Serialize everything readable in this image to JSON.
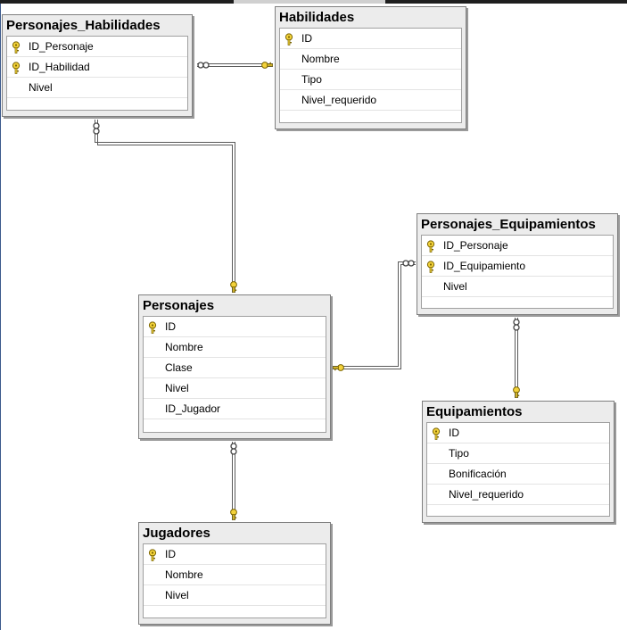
{
  "tables": {
    "personajes_habilidades": {
      "title": "Personajes_Habilidades",
      "columns": [
        {
          "name": "ID_Personaje",
          "key": true
        },
        {
          "name": "ID_Habilidad",
          "key": true
        },
        {
          "name": "Nivel",
          "key": false
        }
      ]
    },
    "habilidades": {
      "title": "Habilidades",
      "columns": [
        {
          "name": "ID",
          "key": true
        },
        {
          "name": "Nombre",
          "key": false
        },
        {
          "name": "Tipo",
          "key": false
        },
        {
          "name": "Nivel_requerido",
          "key": false
        }
      ]
    },
    "personajes_equipamientos": {
      "title": "Personajes_Equipamientos",
      "columns": [
        {
          "name": "ID_Personaje",
          "key": true
        },
        {
          "name": "ID_Equipamiento",
          "key": true
        },
        {
          "name": "Nivel",
          "key": false
        }
      ]
    },
    "personajes": {
      "title": "Personajes",
      "columns": [
        {
          "name": "ID",
          "key": true
        },
        {
          "name": "Nombre",
          "key": false
        },
        {
          "name": "Clase",
          "key": false
        },
        {
          "name": "Nivel",
          "key": false
        },
        {
          "name": "ID_Jugador",
          "key": false
        }
      ]
    },
    "equipamientos": {
      "title": "Equipamientos",
      "columns": [
        {
          "name": "ID",
          "key": true
        },
        {
          "name": "Tipo",
          "key": false
        },
        {
          "name": "Bonificación",
          "key": false
        },
        {
          "name": "Nivel_requerido",
          "key": false
        }
      ]
    },
    "jugadores": {
      "title": "Jugadores",
      "columns": [
        {
          "name": "ID",
          "key": true
        },
        {
          "name": "Nombre",
          "key": false
        },
        {
          "name": "Nivel",
          "key": false
        }
      ]
    }
  },
  "colors": {
    "key": "#f3d23a",
    "connector": "#555555"
  }
}
